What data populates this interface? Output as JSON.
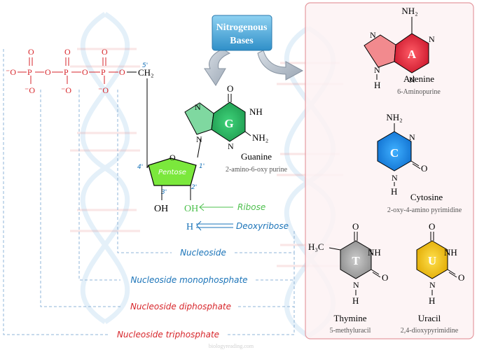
{
  "callout": {
    "line1": "Nitrogenous",
    "line2": "Bases"
  },
  "phosphate": {
    "o_minus": "⁻O",
    "p": "P",
    "o": "O",
    "minus_o": "⁻O",
    "ch2": "CH₂"
  },
  "sugar": {
    "label": "Pentose",
    "ring_o": "O",
    "c1": "1'",
    "c2": "2'",
    "c3": "3'",
    "c4": "4'",
    "c5": "5'",
    "oh_3": "OH",
    "oh_2": "OH",
    "h_2": "H",
    "ribose": "Ribose",
    "deoxyribose": "Deoxyribose"
  },
  "guanine": {
    "letter": "G",
    "name": "Guanine",
    "subtitle": "2-amino-6-oxy purine",
    "n7": "N",
    "n9": "N",
    "n3": "N",
    "nh": "NH",
    "nh2": "NH₂",
    "o": "O"
  },
  "adenine": {
    "letter": "A",
    "name": "Adenine",
    "subtitle": "6-Aminopurine",
    "nh2": "NH₂",
    "n1": "N",
    "n3": "N",
    "n7": "N",
    "n9": "N",
    "h": "H"
  },
  "cytosine": {
    "letter": "C",
    "name": "Cytosine",
    "subtitle": "2-oxy-4-amino pyrimidine",
    "nh2": "NH₂",
    "n3": "N",
    "n1": "N",
    "o": "O",
    "h": "H"
  },
  "thymine": {
    "letter": "T",
    "name": "Thymine",
    "subtitle": "5-methyluracil",
    "ch3": "H₃C",
    "nh": "NH",
    "n1": "N",
    "o_top": "O",
    "o_side": "O",
    "h": "H"
  },
  "uracil": {
    "letter": "U",
    "name": "Uracil",
    "subtitle": "2,4-dioxypyrimidine",
    "nh": "NH",
    "n1": "N",
    "o_top": "O",
    "o_side": "O",
    "h": "H"
  },
  "brackets": {
    "nucleoside": "Nucleoside",
    "monophosphate": "Nucleoside monophosphate",
    "diphosphate": "Nucleoside diphosphate",
    "triphosphate": "Nucleoside triphosphate"
  },
  "watermark": "biologyreading.com",
  "colors": {
    "red": "#d7262b",
    "blue": "#1a73b8",
    "green": "#4ec04e",
    "guanine": "#3fbf6c",
    "adenine": "#e22c3a",
    "cytosine": "#2a8fe0",
    "thymine": "#a6a6a6",
    "uracil": "#f5c400",
    "panel_bg": "#fdf2f3",
    "panel_border": "#e59aa0"
  }
}
